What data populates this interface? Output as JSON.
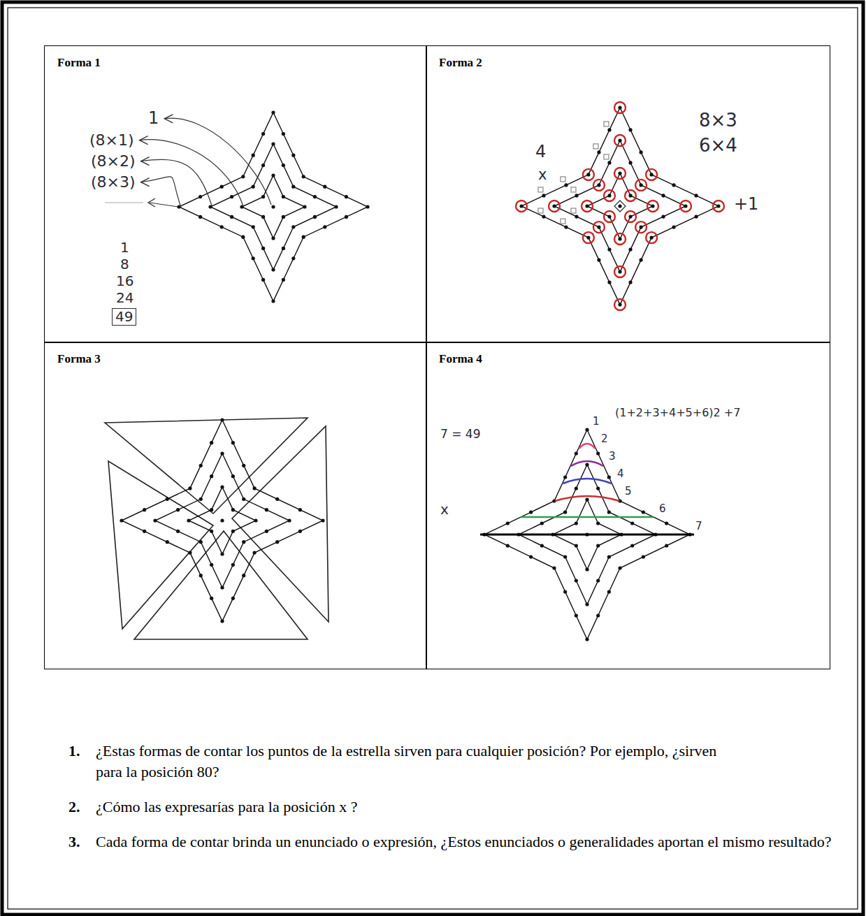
{
  "diagram": {
    "nodes": [
      {
        "text": [
          "Forma 1"
        ]
      },
      {
        "text": [
          "Forma 2"
        ]
      },
      {
        "text": [
          "Forma 3"
        ]
      },
      {
        "text": [
          "Forma 4"
        ]
      }
    ],
    "labels": [
      "1",
      "(8×1)",
      "(8×2)",
      "(8×3)",
      "1",
      "8",
      "16",
      "24",
      "49",
      "8×3",
      "6×4",
      "4",
      "x",
      "+1",
      "7 = 49",
      "(1+2+3+4+5+6)2 +7",
      "1",
      "2",
      "3",
      "4",
      "5",
      "6",
      "7",
      "x",
      "1.",
      "¿Estas formas de contar los puntos de la estrella sirven para cualquier posición? Por ejemplo, ¿sirven para la posición 80?",
      "2.",
      "¿Cómo las expresarías para la posición x ?",
      "3.",
      "Cada forma de contar brinda un enunciado o expresión, ¿Estos enunciados o generalidades aportan el mismo resultado?"
    ]
  }
}
